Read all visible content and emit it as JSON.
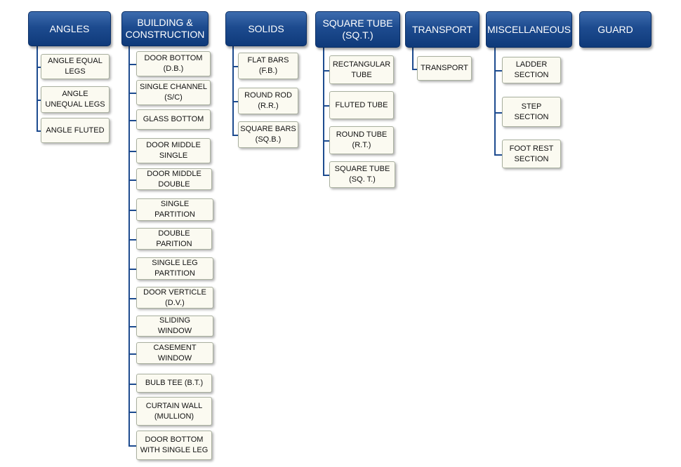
{
  "columns": [
    {
      "label": "ANGLES",
      "items": [
        "ANGLE EQUAL\nLEGS",
        "ANGLE\nUNEQUAL LEGS",
        "ANGLE FLUTED"
      ]
    },
    {
      "label": "BUILDING &\nCONSTRUCTION",
      "items": [
        "DOOR BOTTOM\n(D.B.)",
        "SINGLE CHANNEL\n(S/C)",
        "GLASS BOTTOM",
        "DOOR MIDDLE\nSINGLE",
        "DOOR MIDDLE\nDOUBLE",
        "SINGLE\nPARTITION",
        "DOUBLE\nPARITION",
        "SINGLE LEG\nPARTITION",
        "DOOR VERTICLE\n(D.V.)",
        "SLIDING\nWINDOW",
        "CASEMENT\nWINDOW",
        "BULB TEE (B.T.)",
        "CURTAIN WALL\n(MULLION)",
        "DOOR BOTTOM\nWITH SINGLE LEG"
      ]
    },
    {
      "label": "SOLIDS",
      "items": [
        "FLAT BARS\n(F.B.)",
        "ROUND ROD\n(R.R.)",
        "SQUARE BARS\n(SQ.B.)"
      ]
    },
    {
      "label": "SQUARE TUBE\n(SQ.T.)",
      "items": [
        "RECTANGULAR\nTUBE",
        "FLUTED TUBE",
        "ROUND TUBE\n(R.T.)",
        "SQUARE TUBE\n(SQ. T.)"
      ]
    },
    {
      "label": "TRANSPORT",
      "items": [
        "TRANSPORT"
      ]
    },
    {
      "label": "MISCELLANEOUS",
      "items": [
        "LADDER\nSECTION",
        "STEP\nSECTION",
        "FOOT REST\nSECTION"
      ]
    },
    {
      "label": "GUARD",
      "items": []
    }
  ]
}
